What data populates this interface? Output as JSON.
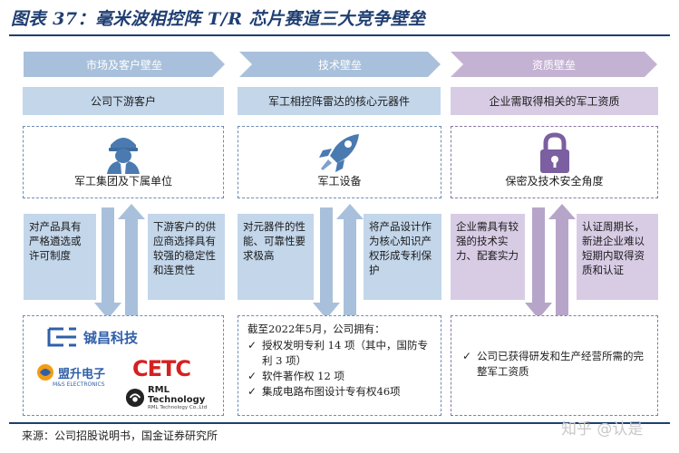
{
  "title": "图表 37：毫米波相控阵 T/R 芯片赛道三大竞争壁垒",
  "columns": [
    {
      "header": "市场及客户壁垒",
      "subheader": "公司下游客户",
      "icon": "soldier-icon",
      "dash_label": "军工集团及下属单位",
      "left_text": "对产品具有严格遴选或许可制度",
      "right_text": "下游客户的供应商选择具有较强的稳定性和连贯性",
      "logos": [
        "铖昌科技",
        "盟升电子",
        "M&S ELECTRONICS",
        "CETC",
        "RML Technology",
        "RML Technology Co.,Ltd"
      ]
    },
    {
      "header": "技术壁垒",
      "subheader": "军工相控阵雷达的核心元器件",
      "icon": "rocket-icon",
      "dash_label": "军工设备",
      "left_text": "对元器件的性能、可靠性要求极高",
      "right_text": "将产品设计作为核心知识产权形成专利保护",
      "bottom_intro": "截至2022年5月，公司拥有：",
      "bottom_items": [
        "授权发明专利 14 项（其中，国防专利 3 项）",
        "软件著作权 12 项",
        "集成电路布图设计专有权46项"
      ]
    },
    {
      "header": "资质壁垒",
      "subheader": "企业需取得相关的军工资质",
      "icon": "lock-icon",
      "dash_label": "保密及技术安全角度",
      "left_text": "企业需具有较强的技术实力、配套实力",
      "right_text": "认证周期长，新进企业难以短期内取得资质和认证",
      "bottom_items": [
        "公司已获得研发和生产经营所需的完整军工资质"
      ]
    }
  ],
  "source": "来源：公司招股说明书，国金证券研究所",
  "watermark": "知乎 @认是",
  "colors": {
    "title": "#1f3e72",
    "blue_light": "#c3d6ea",
    "blue_chevron": "#a8c0db",
    "purple_light": "#d8cce5",
    "purple_chevron": "#c4b2d3",
    "arrow_blue": "#a8c0db",
    "arrow_purple": "#b7a5c9"
  }
}
